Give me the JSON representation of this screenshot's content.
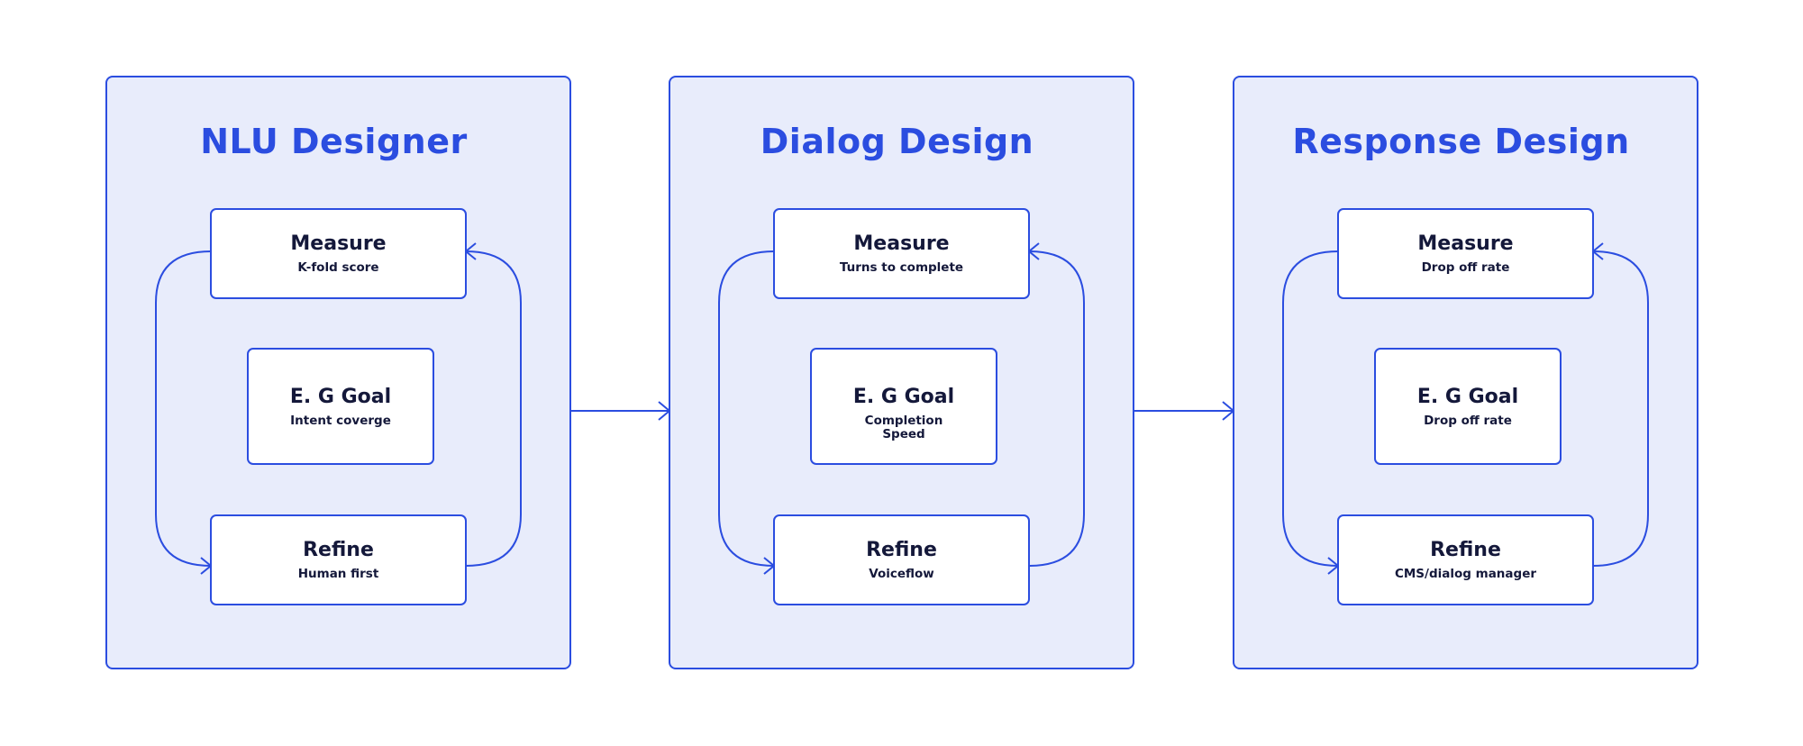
{
  "colors": {
    "accent": "#2b4de0",
    "panel_fill": "#e8ecfb",
    "box_fill": "#ffffff",
    "text_dark": "#14183a"
  },
  "panels": [
    {
      "title": "NLU Designer",
      "measure": {
        "title": "Measure",
        "sub": [
          "K-fold score"
        ]
      },
      "goal": {
        "title": "E. G Goal",
        "sub": [
          "Intent coverge"
        ]
      },
      "refine": {
        "title": "Refine",
        "sub": [
          "Human first"
        ]
      }
    },
    {
      "title": "Dialog Design",
      "measure": {
        "title": "Measure",
        "sub": [
          "Turns to complete"
        ]
      },
      "goal": {
        "title": "E. G Goal",
        "sub": [
          "Completion",
          "Speed"
        ]
      },
      "refine": {
        "title": "Refine",
        "sub": [
          "Voiceflow"
        ]
      }
    },
    {
      "title": "Response Design",
      "measure": {
        "title": "Measure",
        "sub": [
          "Drop off rate"
        ]
      },
      "goal": {
        "title": "E. G Goal",
        "sub": [
          "Drop off rate"
        ]
      },
      "refine": {
        "title": "Refine",
        "sub": [
          "CMS/dialog manager"
        ]
      }
    }
  ]
}
